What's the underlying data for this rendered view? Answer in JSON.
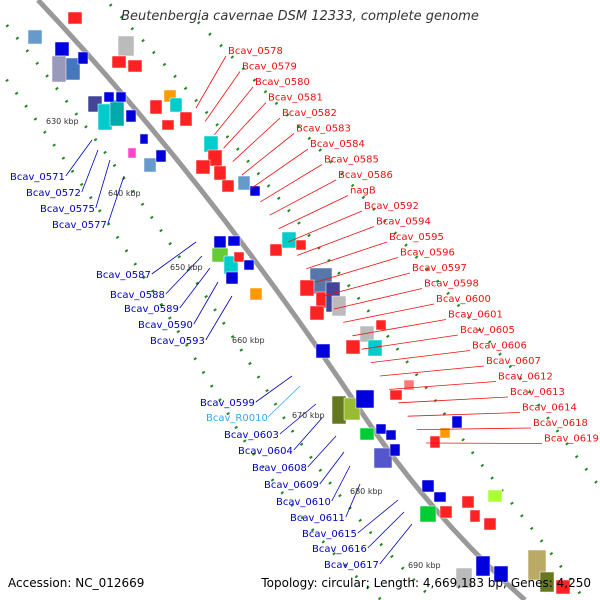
{
  "title": "Beutenbergia cavernae DSM 12333, complete genome",
  "accession": "Accession: NC_012669",
  "topology": "Topology: circular; Length: 4,669,183 bp; Genes: 4,250",
  "colors": {
    "backbone": "#999999",
    "tick": "#228822",
    "label_red": "#ee1111",
    "label_blue": "#0000bb",
    "label_cyan": "#33aaee"
  },
  "kbp_labels": [
    "630 kbp",
    "640 kbp",
    "650 kbp",
    "660 kbp",
    "670 kbp",
    "680 kbp",
    "690 kbp"
  ],
  "genes_right": [
    "Bcav_0578",
    "Bcav_0579",
    "Bcav_0580",
    "Bcav_0581",
    "Bcav_0582",
    "Bcav_0583",
    "Bcav_0584",
    "Bcav_0585",
    "Bcav_0586",
    "nagB",
    "Bcav_0592",
    "Bcav_0594",
    "Bcav_0595",
    "Bcav_0596",
    "Bcav_0597",
    "Bcav_0598",
    "Bcav_0600",
    "Bcav_0601",
    "Bcav_0605",
    "Bcav_0606",
    "Bcav_0607",
    "Bcav_0612",
    "Bcav_0613",
    "Bcav_0614",
    "Bcav_0618",
    "Bcav_0619"
  ],
  "genes_left": [
    "Bcav_0571",
    "Bcav_0572",
    "Bcav_0575",
    "Bcav_0577",
    "Bcav_0587",
    "Bcav_0588",
    "Bcav_0589",
    "Bcav_0590",
    "Bcav_0593",
    "Bcav_0599",
    "Bcav_R0010",
    "Bcav_0603",
    "Bcav_0604",
    "Bcav_0608",
    "Bcav_0609",
    "Bcav_0610",
    "Bcav_0611",
    "Bcav_0615",
    "Bcav_0616",
    "Bcav_0617"
  ]
}
